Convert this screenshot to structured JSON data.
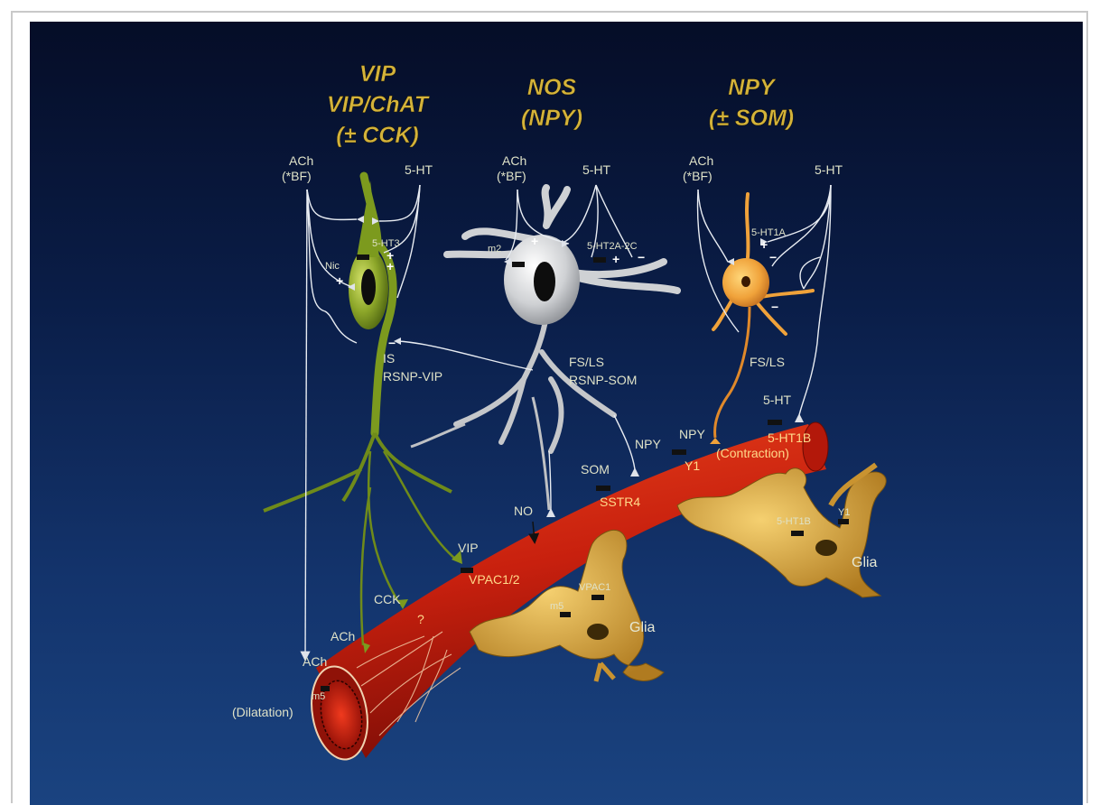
{
  "columns": [
    {
      "title_lines": [
        "VIP",
        "VIP/ChAT",
        "(± CCK)"
      ]
    },
    {
      "title_lines": [
        "NOS",
        "(NPY)"
      ]
    },
    {
      "title_lines": [
        "NPY",
        "(± SOM)"
      ]
    }
  ],
  "inputs": {
    "ach_1": [
      "ACh",
      "(*BF)"
    ],
    "ht_1": "5-HT",
    "ach_2": [
      "ACh",
      "(*BF)"
    ],
    "ht_2": "5-HT",
    "ach_3": [
      "ACh",
      "(*BF)"
    ],
    "ht_3": "5-HT"
  },
  "receptors": {
    "nic": "Nic",
    "ht3": "5-HT3",
    "m2": "m2",
    "ht2a2c": "5-HT2A-2C",
    "ht1a": "5-HT1A",
    "m5": "m5",
    "vpac1_glia": "VPAC1",
    "ht1b_glia": "5-HT1B",
    "y1_glia": "Y1"
  },
  "cell_types": {
    "vip": [
      "IS",
      "RSNP-VIP"
    ],
    "nos": [
      "FS/LS",
      "RSNP-SOM"
    ],
    "npy": "FS/LS"
  },
  "vessel_labels": {
    "ach_a": "ACh",
    "ach_b": "ACh",
    "cck": "CCK",
    "question": "?",
    "vip": "VIP",
    "vpac12": "VPAC1/2",
    "no": "NO",
    "som": "SOM",
    "sstr4": "SSTR4",
    "npy_a": "NPY",
    "npy_b": "NPY",
    "y1": "Y1",
    "ht_top": "5-HT",
    "ht1b": "5-HT1B",
    "contraction": "(Contraction)",
    "m5": "m5",
    "dilatation": "(Dilatation)"
  },
  "glia": {
    "left": "Glia",
    "right": "Glia"
  },
  "signs": {
    "plus": "+",
    "minus": "−"
  },
  "colors": {
    "background_top": "#050d27",
    "background_bottom": "#1a4380",
    "title_gold": "#d4b33a",
    "vip_neuron": "#7c9a1e",
    "nos_neuron": "#d9dadb",
    "npy_neuron": "#f0a23a",
    "vessel": "#c8200e",
    "glia": "#d9a640"
  }
}
